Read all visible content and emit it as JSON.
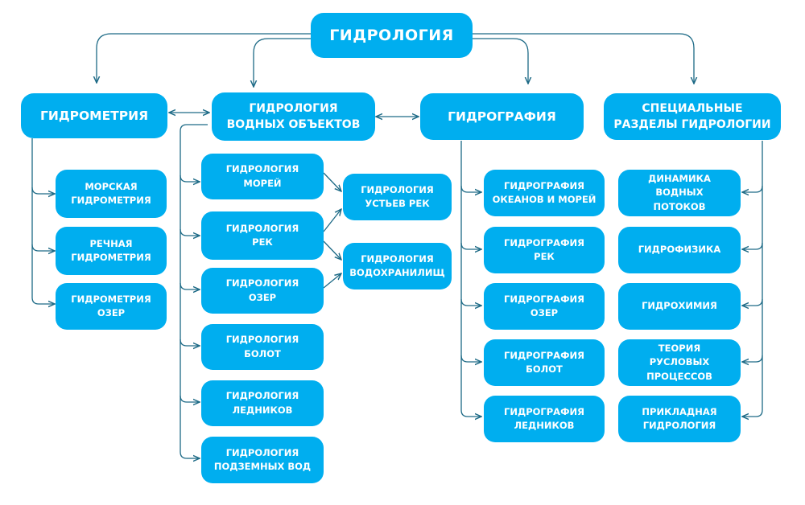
{
  "colors": {
    "box": "#00aeef",
    "line": "#1d6a86",
    "text": "#ffffff"
  },
  "root": "ГИДРОЛОГИЯ",
  "columns": {
    "hydrometry": {
      "title": "ГИДРОМЕТРИЯ",
      "items": [
        "МОРСКАЯ\nГИДРОМЕТРИЯ",
        "РЕЧНАЯ\nГИДРОМЕТРИЯ",
        "ГИДРОМЕТРИЯ\nОЗЕР"
      ]
    },
    "water_objects": {
      "title": "ГИДРОЛОГИЯ\nВОДНЫХ ОБЪЕКТОВ",
      "items": [
        "ГИДРОЛОГИЯ\nМОРЕЙ",
        "ГИДРОЛОГИЯ\nРЕК",
        "ГИДРОЛОГИЯ\nОЗЕР",
        "ГИДРОЛОГИЯ\nБОЛОТ",
        "ГИДРОЛОГИЯ\nЛЕДНИКОВ",
        "ГИДРОЛОГИЯ\nПОДЗЕМНЫХ ВОД"
      ],
      "sub_items": [
        "ГИДРОЛОГИЯ\nУСТЬЕВ РЕК",
        "ГИДРОЛОГИЯ\nВОДОХРАНИЛИЩ"
      ]
    },
    "hydrography": {
      "title": "ГИДРОГРАФИЯ",
      "items": [
        "ГИДРОГРАФИЯ\nОКЕАНОВ И МОРЕЙ",
        "ГИДРОГРАФИЯ\nРЕК",
        "ГИДРОГРАФИЯ\nОЗЕР",
        "ГИДРОГРАФИЯ\nБОЛОТ",
        "ГИДРОГРАФИЯ\nЛЕДНИКОВ"
      ]
    },
    "special": {
      "title": "СПЕЦИАЛЬНЫЕ\nРАЗДЕЛЫ ГИДРОЛОГИИ",
      "items": [
        "ДИНАМИКА\nВОДНЫХ\nПОТОКОВ",
        "ГИДРОФИЗИКА",
        "ГИДРОХИМИЯ",
        "ТЕОРИЯ\nРУСЛОВЫХ\nПРОЦЕССОВ",
        "ПРИКЛАДНАЯ\nГИДРОЛОГИЯ"
      ]
    }
  }
}
